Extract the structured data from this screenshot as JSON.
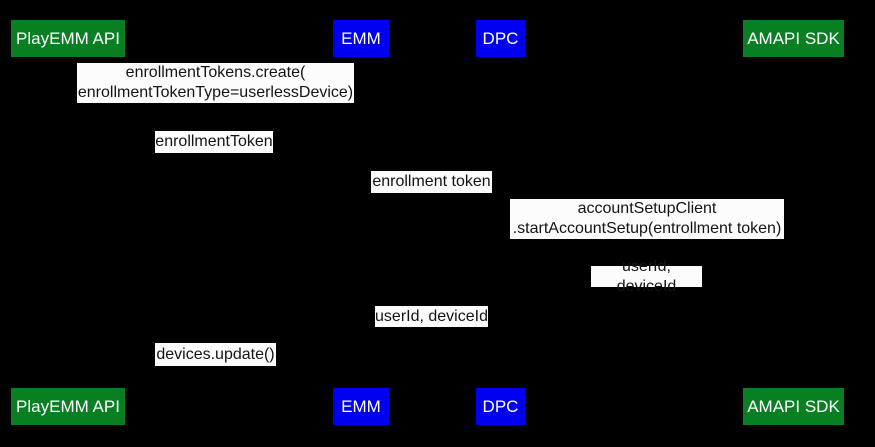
{
  "diagram": {
    "kind": "sequence-diagram",
    "note": "lifelines and arrows are not visible against the black background"
  },
  "colors": {
    "background": "#000000",
    "actor-green": "#087f23",
    "actor-blue": "#0000f0",
    "actor-text": "#ffffff",
    "label-bg": "#fcfcfc",
    "label-text": "#141414"
  },
  "actors": [
    {
      "label": "PlayEMM API",
      "color": "green"
    },
    {
      "label": "EMM",
      "color": "blue"
    },
    {
      "label": "DPC",
      "color": "blue"
    },
    {
      "label": "AMAPI SDK",
      "color": "green"
    }
  ],
  "messages": [
    {
      "text": "enrollmentTokens.create(\nenrollmentTokenType=userlessDevice)"
    },
    {
      "text": "enrollmentToken"
    },
    {
      "text": "enrollment token"
    },
    {
      "text": "accountSetupClient\n.startAccountSetup(entrollment token)"
    },
    {
      "text": "userId, deviceId"
    },
    {
      "text": "userId, deviceId"
    },
    {
      "text": "devices.update()"
    }
  ]
}
